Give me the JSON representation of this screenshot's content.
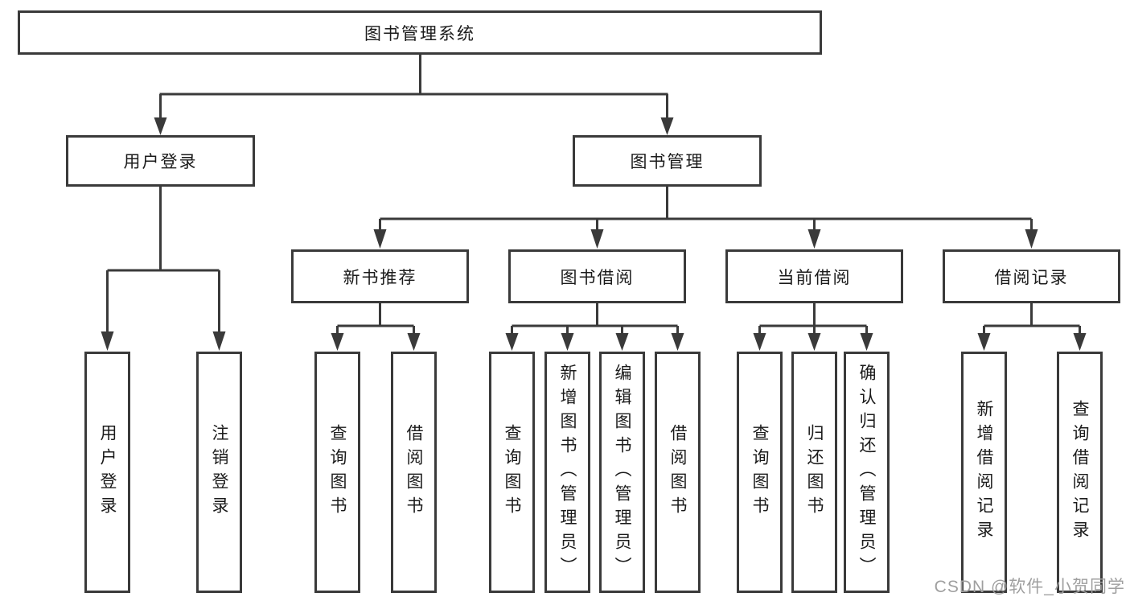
{
  "diagram": {
    "root": {
      "label": "图书管理系统"
    },
    "level2": [
      {
        "label": "用户登录",
        "children": [
          {
            "label": "用户登录"
          },
          {
            "label": "注销登录"
          }
        ]
      },
      {
        "label": "图书管理",
        "children": [
          {
            "label": "新书推荐",
            "children": [
              {
                "label": "查询图书"
              },
              {
                "label": "借阅图书"
              }
            ]
          },
          {
            "label": "图书借阅",
            "children": [
              {
                "label": "查询图书"
              },
              {
                "label": "新增图书（管理员）"
              },
              {
                "label": "编辑图书（管理员）"
              },
              {
                "label": "借阅图书"
              }
            ]
          },
          {
            "label": "当前借阅",
            "children": [
              {
                "label": "查询图书"
              },
              {
                "label": "归还图书"
              },
              {
                "label": "确认归还（管理员）"
              }
            ]
          },
          {
            "label": "借阅记录",
            "children": [
              {
                "label": "新增借阅记录"
              },
              {
                "label": "查询借阅记录"
              }
            ]
          }
        ]
      }
    ]
  },
  "watermark": {
    "text": "CSDN @软件_小贺同学"
  },
  "colors": {
    "line": "#3a3a3a",
    "text": "#1b1b1b",
    "background": "#ffffff",
    "watermark": "#9f9f9f"
  }
}
